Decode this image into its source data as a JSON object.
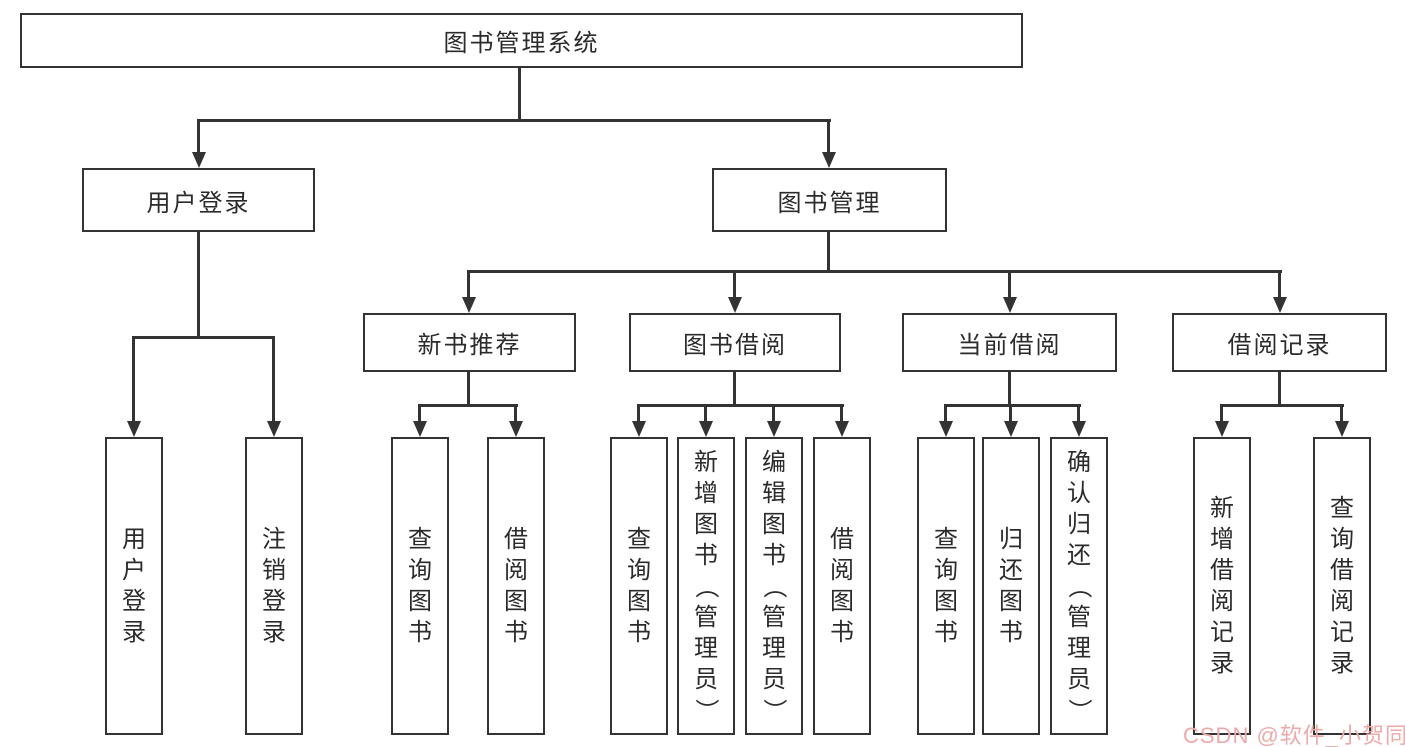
{
  "tree": {
    "label": "图书管理系统",
    "children": [
      {
        "label": "用户登录",
        "children": [
          {
            "label": "用户登录"
          },
          {
            "label": "注销登录"
          }
        ]
      },
      {
        "label": "图书管理",
        "children": [
          {
            "label": "新书推荐",
            "children": [
              {
                "label": "查询图书"
              },
              {
                "label": "借阅图书"
              }
            ]
          },
          {
            "label": "图书借阅",
            "children": [
              {
                "label": "查询图书"
              },
              {
                "label": "新增图书（管理员）"
              },
              {
                "label": "编辑图书（管理员）"
              },
              {
                "label": "借阅图书"
              }
            ]
          },
          {
            "label": "当前借阅",
            "children": [
              {
                "label": "查询图书"
              },
              {
                "label": "归还图书"
              },
              {
                "label": "确认归还（管理员）"
              }
            ]
          },
          {
            "label": "借阅记录",
            "children": [
              {
                "label": "新增借阅记录"
              },
              {
                "label": "查询借阅记录"
              }
            ]
          }
        ]
      }
    ]
  },
  "watermark": {
    "text": "CSDN @软件_小贺同学",
    "color": "#eeaaaa"
  },
  "colors": {
    "line": "#333333",
    "text": "#2b2b2b",
    "background": "#ffffff"
  }
}
